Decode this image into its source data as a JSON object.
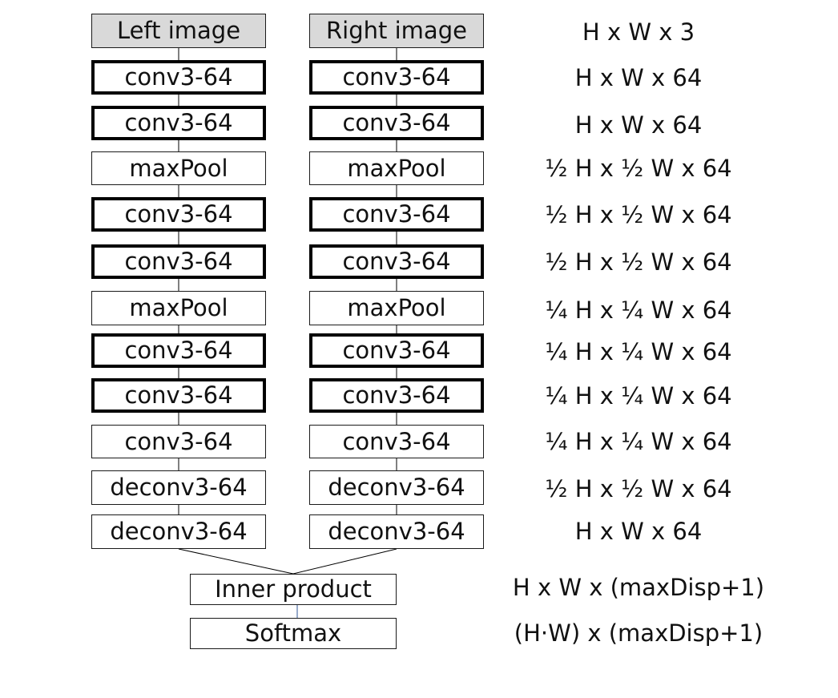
{
  "left_column": [
    {
      "label": "Left image",
      "style": "input"
    },
    {
      "label": "conv3-64",
      "style": "bold"
    },
    {
      "label": "conv3-64",
      "style": "bold"
    },
    {
      "label": "maxPool",
      "style": "normal"
    },
    {
      "label": "conv3-64",
      "style": "bold"
    },
    {
      "label": "conv3-64",
      "style": "bold"
    },
    {
      "label": "maxPool",
      "style": "normal"
    },
    {
      "label": "conv3-64",
      "style": "bold"
    },
    {
      "label": "conv3-64",
      "style": "bold"
    },
    {
      "label": "conv3-64",
      "style": "normal"
    },
    {
      "label": "deconv3-64",
      "style": "normal"
    },
    {
      "label": "deconv3-64",
      "style": "normal"
    }
  ],
  "right_column": [
    {
      "label": "Right image",
      "style": "input"
    },
    {
      "label": "conv3-64",
      "style": "bold"
    },
    {
      "label": "conv3-64",
      "style": "bold"
    },
    {
      "label": "maxPool",
      "style": "normal"
    },
    {
      "label": "conv3-64",
      "style": "bold"
    },
    {
      "label": "conv3-64",
      "style": "bold"
    },
    {
      "label": "maxPool",
      "style": "normal"
    },
    {
      "label": "conv3-64",
      "style": "bold"
    },
    {
      "label": "conv3-64",
      "style": "bold"
    },
    {
      "label": "conv3-64",
      "style": "normal"
    },
    {
      "label": "deconv3-64",
      "style": "normal"
    },
    {
      "label": "deconv3-64",
      "style": "normal"
    }
  ],
  "merge_column": [
    {
      "label": "Inner product",
      "style": "normal"
    },
    {
      "label": "Softmax",
      "style": "normal"
    }
  ],
  "dimensions": [
    "H x W x 3",
    "H x W x 64",
    "H x W x 64",
    "½ H x ½ W x 64",
    "½ H x ½ W x 64",
    "½ H x ½ W x 64",
    "¼ H x ¼ W x 64",
    "¼ H x ¼ W x 64",
    "¼ H x ¼ W x 64",
    "¼ H x ¼ W x 64",
    "½ H x ½ W x 64",
    "H x W x 64",
    "H x W x (maxDisp+1)",
    "(H·W) x (maxDisp+1)"
  ],
  "colors": {
    "input_fill": "#d9d9d9",
    "border": "#000000",
    "connector": "#000000",
    "softmax_connector": "#2f5597"
  }
}
